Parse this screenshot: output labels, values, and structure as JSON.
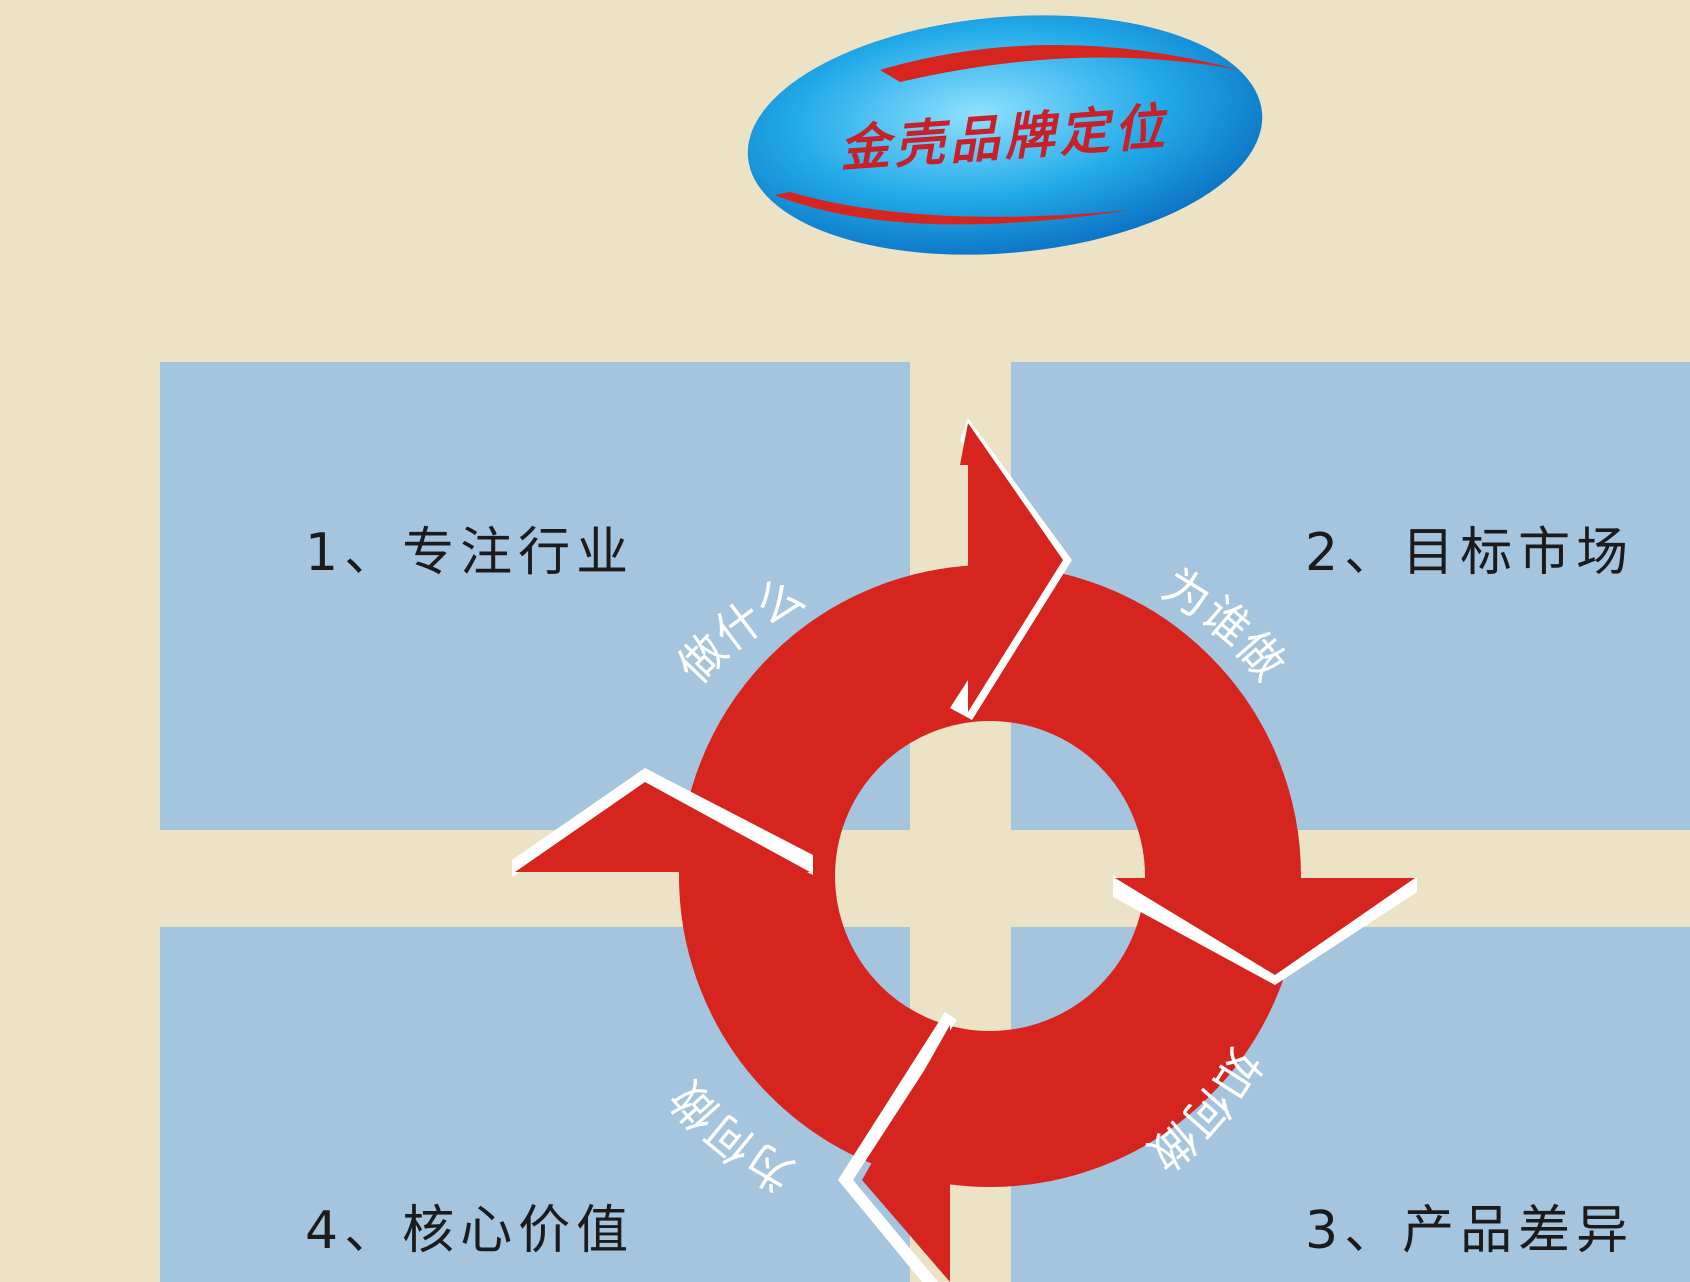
{
  "title": "金壳品牌定位",
  "quadrants": {
    "q1": "1、专注行业",
    "q2": "2、目标市场",
    "q3": "3、产品差异",
    "q4": "4、核心价值"
  },
  "cycle": {
    "top_left": "做什么",
    "top_right": "为谁做",
    "bottom_right": "如何做",
    "bottom_left": "为何做"
  },
  "colors": {
    "background": "#ece2c6",
    "panel": "#a5c5de",
    "arrow": "#d6241e",
    "title_ellipse": "#20a8e8",
    "title_text": "#c8202a"
  }
}
